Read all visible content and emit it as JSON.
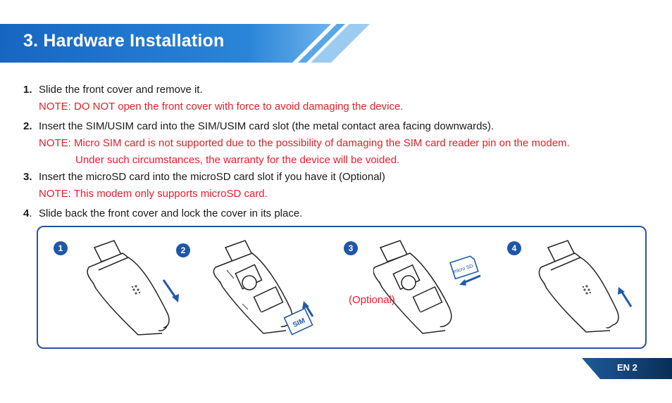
{
  "header": {
    "title": "3. Hardware Installation"
  },
  "steps": [
    {
      "num": "1.",
      "text": "Slide the front cover and remove it.",
      "note": "NOTE: DO NOT open the front cover with force to avoid damaging the device."
    },
    {
      "num": "2.",
      "text": "Insert the SIM/USIM card into the SIM/USIM card slot (the metal contact area facing downwards).",
      "note": "NOTE: Micro SIM card is not supported due to the possibility of damaging the SIM card reader pin on the modem.",
      "note_cont": "Under such circumstances, the warranty for the device will be voided."
    },
    {
      "num": "3.",
      "text": "Insert the microSD card into the microSD card slot if you have it (Optional)",
      "note": "NOTE: This modem only supports microSD card."
    },
    {
      "num": "4",
      "sep": ".",
      "text": "Slide back the front cover and lock the cover in its place."
    }
  ],
  "illustration": {
    "badges": [
      "1",
      "2",
      "3",
      "4"
    ],
    "optional_label": "(Optional)",
    "sim_label": "SIM",
    "sd_label": "micro SD"
  },
  "footer": {
    "page_label": "EN 2"
  },
  "colors": {
    "banner": "#1f6fc6",
    "note": "#e3202a",
    "panel_border": "#2e4fa3",
    "badge": "#1f57a8",
    "page_tab": "#0d3b6e"
  }
}
